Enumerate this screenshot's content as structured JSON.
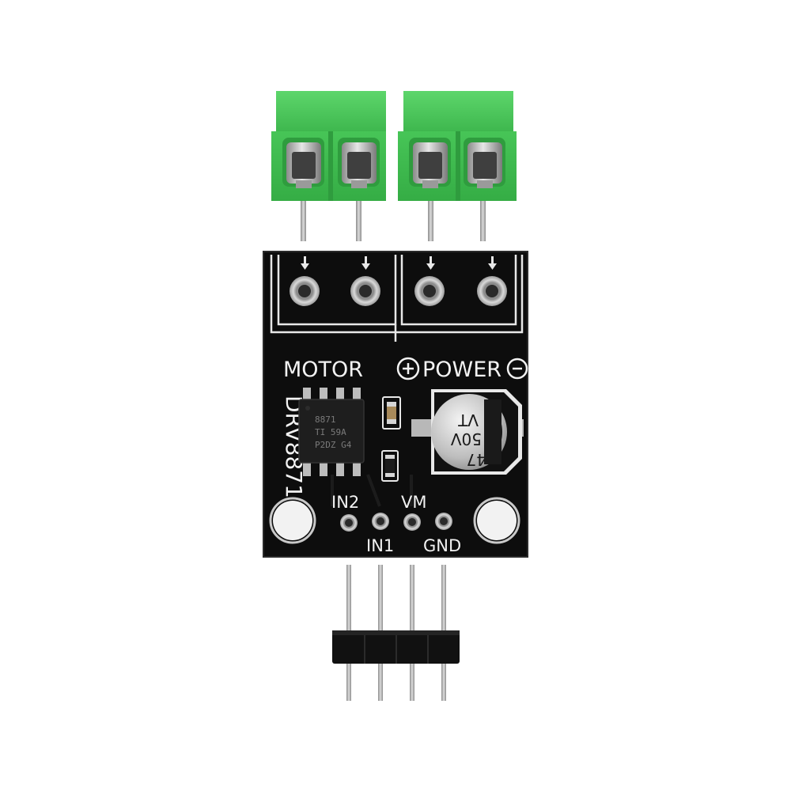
{
  "board": {
    "name": "DRV8871",
    "motor_label": "MOTOR",
    "power_label": "POWER",
    "pins": {
      "in2": "IN2",
      "in1": "IN1",
      "vm": "VM",
      "gnd": "GND"
    }
  },
  "chip": {
    "line1": "8871",
    "line2": "TI 59A",
    "line3": "P2DZ G4"
  },
  "capacitor": {
    "line1": "47",
    "line2": "50V",
    "line3": "VT"
  },
  "colors": {
    "pcb": "#0d0d0d",
    "silkscreen": "#f2f2f2",
    "terminal_block": "#49c85a",
    "header": "#111111"
  }
}
